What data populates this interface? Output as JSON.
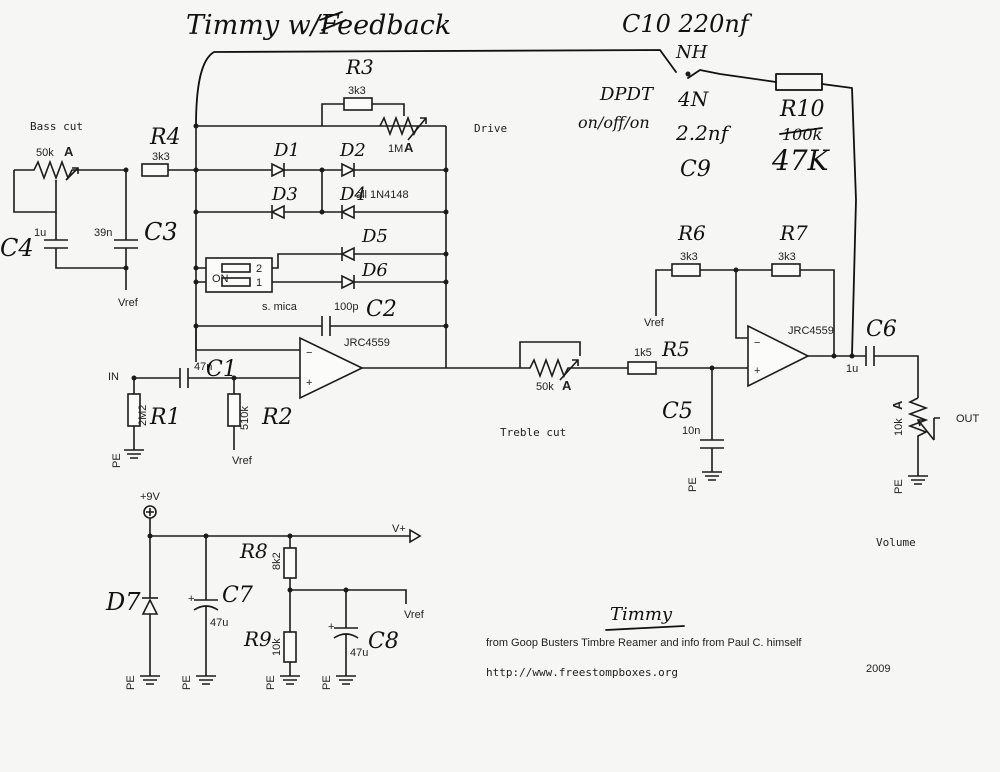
{
  "title": "Timmy w/Feedback",
  "feedback_note": {
    "c10": "C10 220nf",
    "nh": "NH",
    "dpdt": "DPDT",
    "on_off_on": "on/off/on",
    "v1": "4N",
    "v2": "2.2nf",
    "c9": "C9",
    "r10": "R10",
    "r10_old": "100k",
    "r10_new": "47K"
  },
  "labels": {
    "bass_cut": "Bass cut",
    "drive": "Drive",
    "treble_cut": "Treble cut",
    "volume": "Volume",
    "in": "IN",
    "out": "OUT",
    "s_mica": "s. mica",
    "diodes_note": "all 1N4148",
    "vref": "Vref",
    "pe": "PE",
    "plus9v": "+9V",
    "v_plus": "V+",
    "dip_on": "ON",
    "dip_1": "1",
    "dip_2": "2"
  },
  "components": {
    "r1": {
      "name": "R1",
      "value": "2M2"
    },
    "r2": {
      "name": "R2",
      "value": "510k"
    },
    "r3": {
      "name": "R3",
      "value": "3k3"
    },
    "r4": {
      "name": "R4",
      "value": "3k3"
    },
    "r5": {
      "name": "R5",
      "value": "1k5"
    },
    "r6": {
      "name": "R6",
      "value": "3k3"
    },
    "r7": {
      "name": "R7",
      "value": "3k3"
    },
    "r8": {
      "name": "R8",
      "value": "8k2"
    },
    "r9": {
      "name": "R9",
      "value": "10k"
    },
    "c1": {
      "name": "C1",
      "value": "47n"
    },
    "c2": {
      "name": "C2",
      "value": "100p"
    },
    "c3": {
      "name": "C3",
      "value": "39n"
    },
    "c4": {
      "name": "C4",
      "value": "1u"
    },
    "c5": {
      "name": "C5",
      "value": "10n"
    },
    "c6": {
      "name": "C6",
      "value": "1u"
    },
    "c7": {
      "name": "C7",
      "value": "47u"
    },
    "c8": {
      "name": "C8",
      "value": "47u"
    },
    "d1": "D1",
    "d2": "D2",
    "d3": "D3",
    "d4": "D4",
    "d5": "D5",
    "d6": "D6",
    "d7": "D7",
    "pot_bass": {
      "value": "50k",
      "taper": "A"
    },
    "pot_drive": {
      "value": "1M",
      "taper": "A"
    },
    "pot_treble": {
      "value": "50k",
      "taper": "A"
    },
    "pot_volume": {
      "value": "10k",
      "taper": "A"
    },
    "opamp1": "JRC4559",
    "opamp2": "JRC4559"
  },
  "credits": {
    "signature": "Timmy",
    "source": "from Goop Busters Timbre Reamer and info from Paul C. himself",
    "url": "http://www.freestompboxes.org",
    "year": "2009"
  }
}
